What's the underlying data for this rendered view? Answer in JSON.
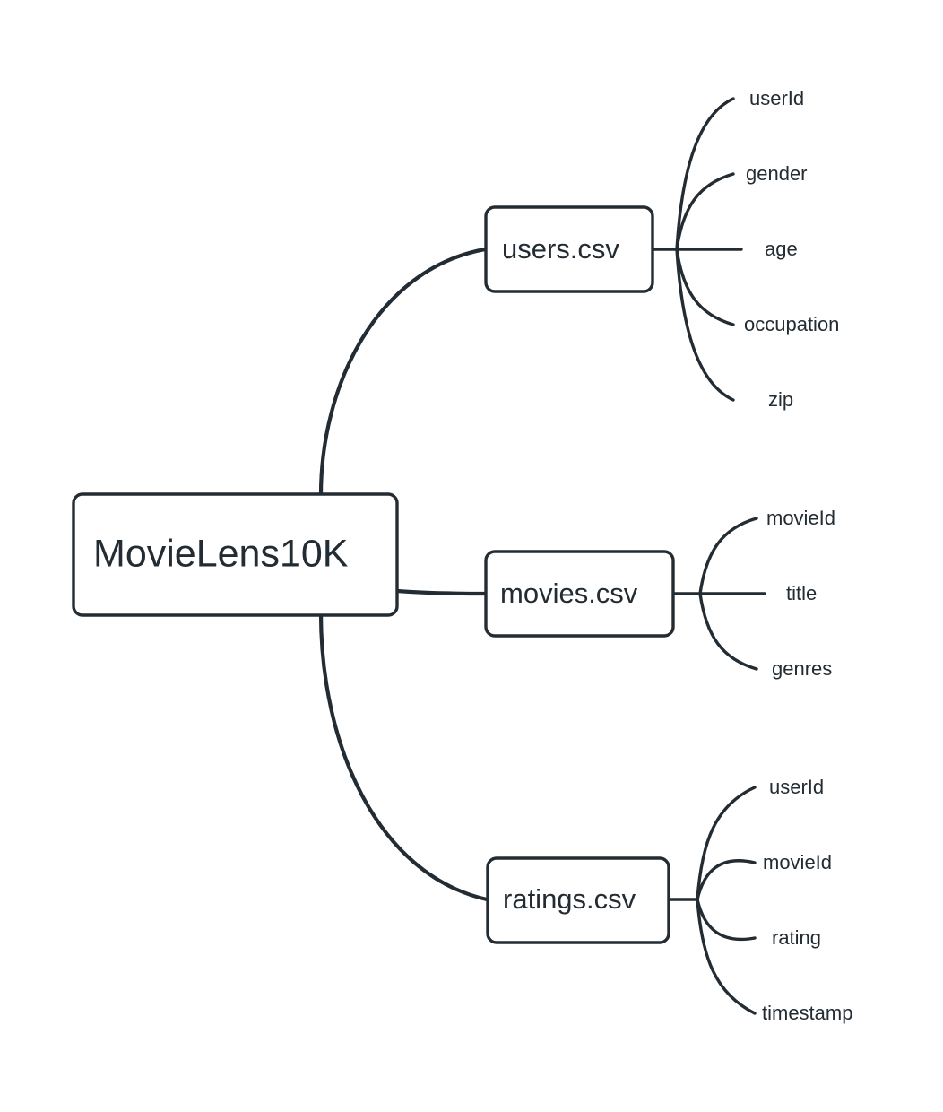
{
  "diagram": {
    "type": "mindmap",
    "title": "MovieLens10K dataset file schema mindmap",
    "background_color": "#ffffff",
    "line_color": "#232c33",
    "text_color": "#232c33",
    "root": {
      "label": "MovieLens10K"
    },
    "branches": [
      {
        "id": "users",
        "label": "users.csv",
        "leaves": [
          {
            "label": "userId"
          },
          {
            "label": "gender"
          },
          {
            "label": "age"
          },
          {
            "label": "occupation"
          },
          {
            "label": "zip"
          }
        ]
      },
      {
        "id": "movies",
        "label": "movies.csv",
        "leaves": [
          {
            "label": "movieId"
          },
          {
            "label": "title"
          },
          {
            "label": "genres"
          }
        ]
      },
      {
        "id": "ratings",
        "label": "ratings.csv",
        "leaves": [
          {
            "label": "userId"
          },
          {
            "label": "movieId"
          },
          {
            "label": "rating"
          },
          {
            "label": "timestamp"
          }
        ]
      }
    ]
  }
}
